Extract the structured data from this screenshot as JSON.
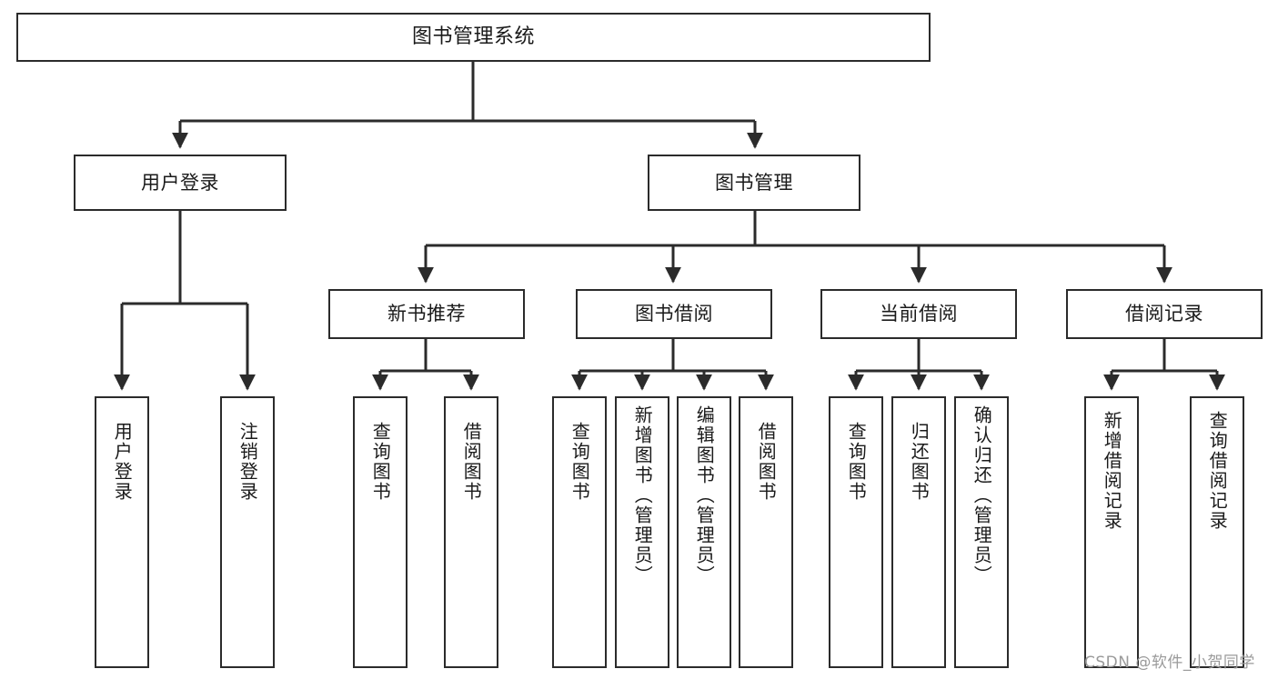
{
  "diagram": {
    "type": "tree",
    "title": "图书管理系统",
    "background_color": "#ffffff",
    "line_color": "#2b2b2b",
    "box_border_color": "#2b2b2b",
    "text_color": "#1a1a1a"
  },
  "nodes": {
    "root": {
      "label": "图书管理系统",
      "level": 1
    },
    "l2": [
      {
        "id": "user-login",
        "label": "用户登录",
        "level": 2
      },
      {
        "id": "book-manage",
        "label": "图书管理",
        "level": 2
      }
    ],
    "l3": [
      {
        "id": "new-book-rec",
        "label": "新书推荐",
        "level": 3,
        "parent": "book-manage"
      },
      {
        "id": "book-borrow",
        "label": "图书借阅",
        "level": 3,
        "parent": "book-manage"
      },
      {
        "id": "current-borrow",
        "label": "当前借阅",
        "level": 3,
        "parent": "book-manage"
      },
      {
        "id": "borrow-record",
        "label": "借阅记录",
        "level": 3,
        "parent": "book-manage"
      }
    ],
    "leaves": [
      {
        "id": "leaf-user-login",
        "label": "用户登录",
        "parent": "user-login"
      },
      {
        "id": "leaf-user-logout",
        "label": "注销登录",
        "parent": "user-login"
      },
      {
        "id": "leaf-query-book-1",
        "label": "查询图书",
        "parent": "new-book-rec"
      },
      {
        "id": "leaf-borrow-book-1",
        "label": "借阅图书",
        "parent": "new-book-rec"
      },
      {
        "id": "leaf-query-book-2",
        "label": "查询图书",
        "parent": "book-borrow"
      },
      {
        "id": "leaf-add-book",
        "label": "新增图书（管理员）",
        "parent": "book-borrow"
      },
      {
        "id": "leaf-edit-book",
        "label": "编辑图书（管理员）",
        "parent": "book-borrow"
      },
      {
        "id": "leaf-borrow-book-2",
        "label": "借阅图书",
        "parent": "book-borrow"
      },
      {
        "id": "leaf-query-book-3",
        "label": "查询图书",
        "parent": "current-borrow"
      },
      {
        "id": "leaf-return-book",
        "label": "归还图书",
        "parent": "current-borrow"
      },
      {
        "id": "leaf-confirm-return",
        "label": "确认归还（管理员）",
        "parent": "current-borrow"
      },
      {
        "id": "leaf-add-record",
        "label": "新增借阅记录",
        "parent": "borrow-record"
      },
      {
        "id": "leaf-query-record",
        "label": "查询借阅记录",
        "parent": "borrow-record"
      }
    ]
  },
  "watermark": {
    "text": "CSDN @软件_小贺同学"
  }
}
